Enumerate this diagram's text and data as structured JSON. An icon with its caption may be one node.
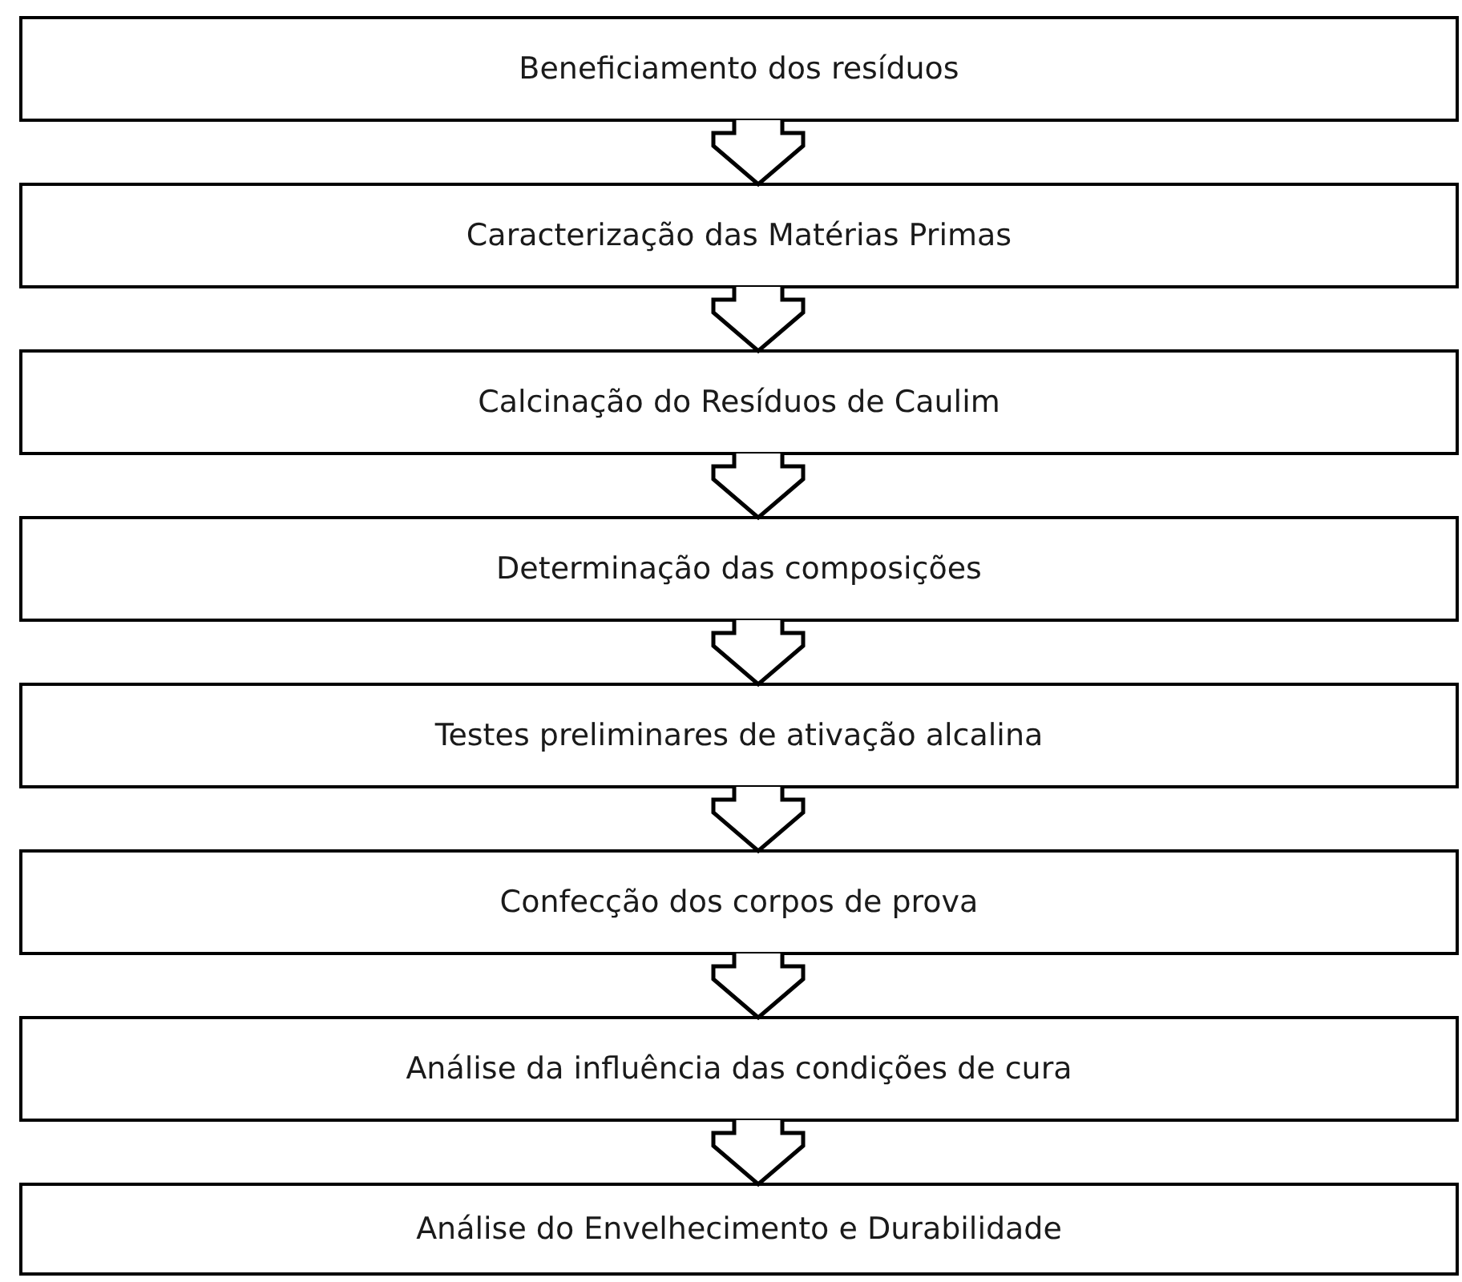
{
  "diagram": {
    "nodes": [
      {
        "text": [
          "Beneficiamento dos resíduos"
        ]
      },
      {
        "text": [
          "Caracterização das Matérias Primas"
        ]
      },
      {
        "text": [
          "Calcinação do Resíduos de Caulim"
        ]
      },
      {
        "text": [
          "Determinação das composições"
        ]
      },
      {
        "text": [
          "Testes preliminares de ativação alcalina"
        ]
      },
      {
        "text": [
          "Confecção dos corpos de prova"
        ]
      },
      {
        "text": [
          "Análise da influência das condições de cura"
        ]
      },
      {
        "text": [
          "Análise do Envelhecimento e Durabilidade"
        ]
      }
    ],
    "edges": [
      {
        "from": 0,
        "to": 1,
        "arrow": "to"
      },
      {
        "from": 1,
        "to": 2,
        "arrow": "to"
      },
      {
        "from": 2,
        "to": 3,
        "arrow": "to"
      },
      {
        "from": 3,
        "to": 4,
        "arrow": "to"
      },
      {
        "from": 4,
        "to": 5,
        "arrow": "to"
      },
      {
        "from": 5,
        "to": 6,
        "arrow": "to"
      },
      {
        "from": 6,
        "to": 7,
        "arrow": "to"
      }
    ]
  }
}
